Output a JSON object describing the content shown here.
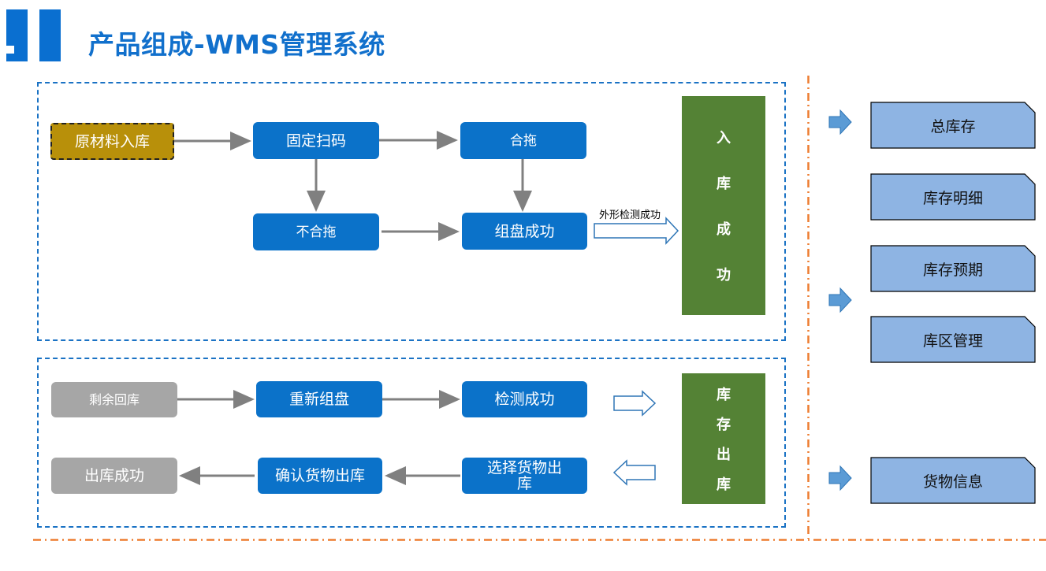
{
  "title": "产品组成-WMS管理系统",
  "colors": {
    "brand_blue": "#0b72c9",
    "green": "#548235",
    "gold": "#b8900a",
    "gray": "#a6a6a6",
    "side_box": "#8eb4e3",
    "orange_divider": "#ed7d31"
  },
  "inbound": {
    "raw_material": "原材料入库",
    "fixed_scan": "固定扫码",
    "palletize": "合拖",
    "no_palletize": "不合拖",
    "group_success": "组盘成功",
    "shape_check": "外形检测成功",
    "result": [
      "入",
      "库",
      "成",
      "功"
    ]
  },
  "outbound": {
    "remaining_return": "剩余回库",
    "regroup": "重新组盘",
    "check_success": "检测成功",
    "select_goods_line1": "选择货物出",
    "select_goods_line2": "库",
    "confirm_goods": "确认货物出库",
    "out_success": "出库成功",
    "stock_out": [
      "库",
      "存",
      "出",
      "库"
    ]
  },
  "side": {
    "total_stock": "总库存",
    "stock_detail": "库存明细",
    "stock_forecast": "库存预期",
    "zone_management": "库区管理",
    "goods_info": "货物信息"
  },
  "icons": [
    "arrow-right-icon",
    "arrow-left-icon",
    "block-arrow-icon"
  ]
}
